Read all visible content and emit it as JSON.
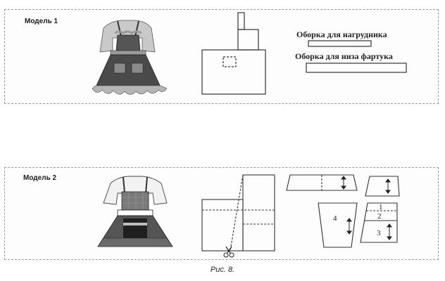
{
  "model_1": {
    "title": "Модель 1",
    "ruffle_bib_label": "Оборка для нагрудника",
    "ruffle_bottom_label": "Оборка для низа фартука"
  },
  "model_2": {
    "title": "Модель 2",
    "piece_numbers": [
      "1",
      "2",
      "3",
      "4"
    ]
  },
  "caption": "Рис. 8.",
  "colors": {
    "apron_dark": "#3a3a3a",
    "apron_grey": "#6e6e6e",
    "ruffle_light": "#b5b5b5",
    "line": "#333333",
    "border_dashed": "#9a9a9a"
  },
  "icons": [
    "scissors-icon",
    "double-arrow-icon"
  ]
}
